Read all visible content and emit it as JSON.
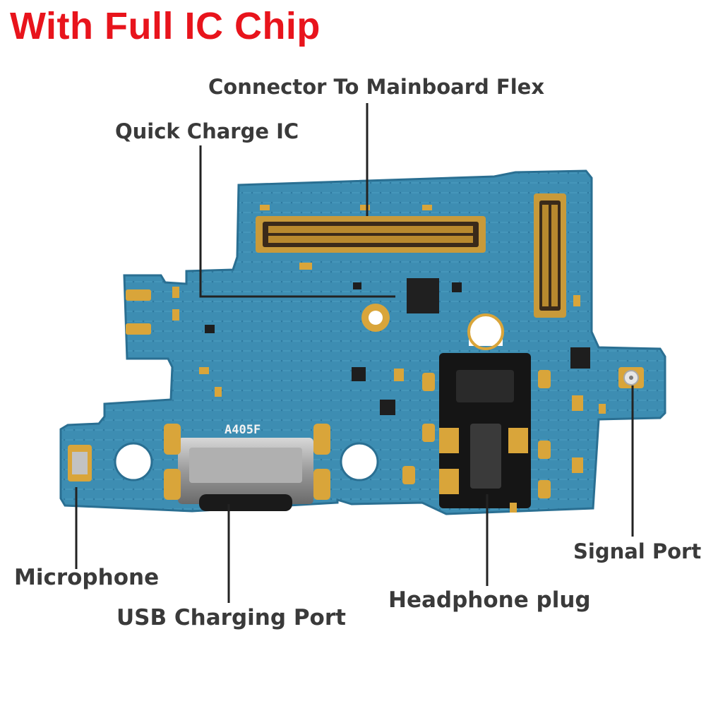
{
  "headline": "With Full IC Chip",
  "callouts": {
    "connector": "Connector To Mainboard Flex",
    "quick_charge": "Quick Charge IC",
    "microphone": "Microphone",
    "usb": "USB Charging Port",
    "headphone": "Headphone plug",
    "signal": "Signal Port"
  },
  "board": {
    "silkscreen_model": "A405F"
  },
  "colors": {
    "headline": "#e8141c",
    "callout_text": "#3a3a3a",
    "pcb": "#3d8db2",
    "pcb_edge": "#2a6f92",
    "gold": "#d9a53a",
    "leader_line": "#222222"
  }
}
